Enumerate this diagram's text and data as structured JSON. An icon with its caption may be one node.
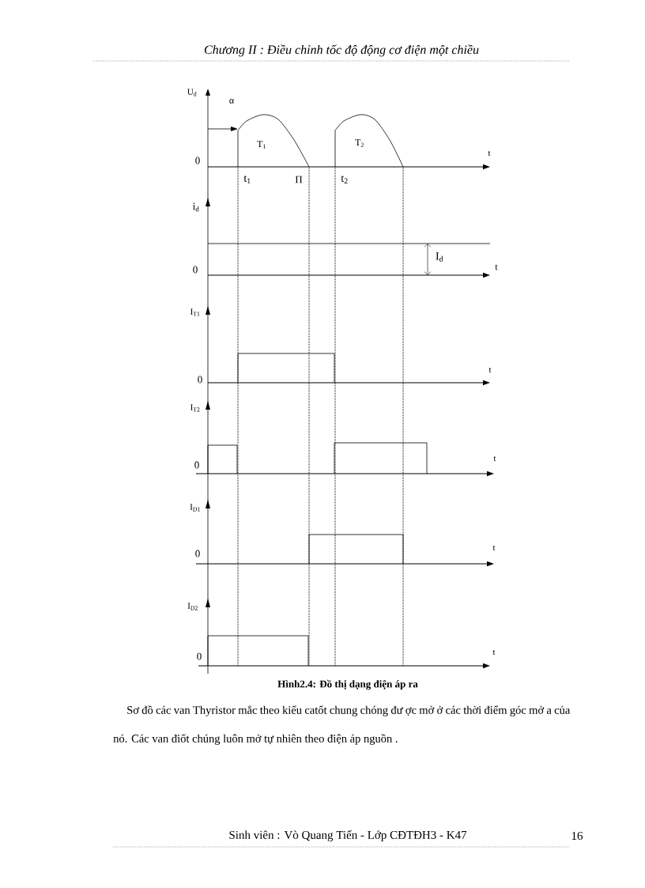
{
  "diagram": {
    "caption": "Hình2.4: Đồ thị dạng điện áp ra",
    "labels": [
      "Chương II : Điều chỉnh tốc độ động cơ điện một chiều",
      "U$_{d}$",
      "α",
      "T$_{1}$",
      "T$_{2}$",
      "0",
      "t",
      "t$_{1}$",
      "Π",
      "t$_{2}$",
      "i$_{d}$",
      "I$_{d}$",
      "0",
      "t",
      "I$_{T1}$",
      "t",
      "0",
      "I$_{T2}$",
      "t",
      "0",
      "I$_{D1}$",
      "t",
      "0",
      "I$_{D2}$",
      "t",
      "0",
      "Sơ đồ các van Thyristor mắc theo kiểu catốt chung chóng đư ợc mở ở các thời điểm góc mở a của nó. Các van điốt chúng luôn mở tự nhiên theo điện áp nguồn .",
      "Sinh viên : Vò Quang Tiến - Lớp CĐTĐH3 - K47",
      "16"
    ]
  }
}
